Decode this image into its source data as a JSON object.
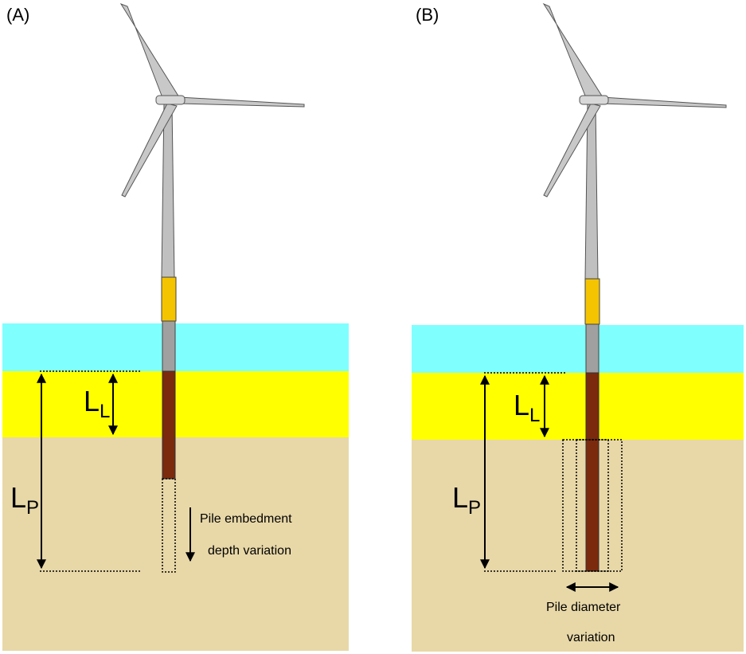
{
  "panels": [
    {
      "label": "(A)",
      "dim_embedded_main": "L",
      "dim_embedded_sub": "L",
      "dim_pile_main": "L",
      "dim_pile_sub": "P",
      "note_lines": [
        "Pile embedment",
        "depth variation"
      ]
    },
    {
      "label": "(B)",
      "dim_embedded_main": "L",
      "dim_embedded_sub": "L",
      "dim_pile_main": "L",
      "dim_pile_sub": "P",
      "note_lines": [
        "Pile diameter",
        "variation"
      ]
    }
  ],
  "colors": {
    "water": "#80ffff",
    "upper_soil": "#ffff00",
    "lower_soil": "#e8d8a8",
    "pile": "#7b2a0d",
    "transition_piece": "#f5c400",
    "tower_grey": "#a0a0a0",
    "blade": "#c8c8c8"
  }
}
